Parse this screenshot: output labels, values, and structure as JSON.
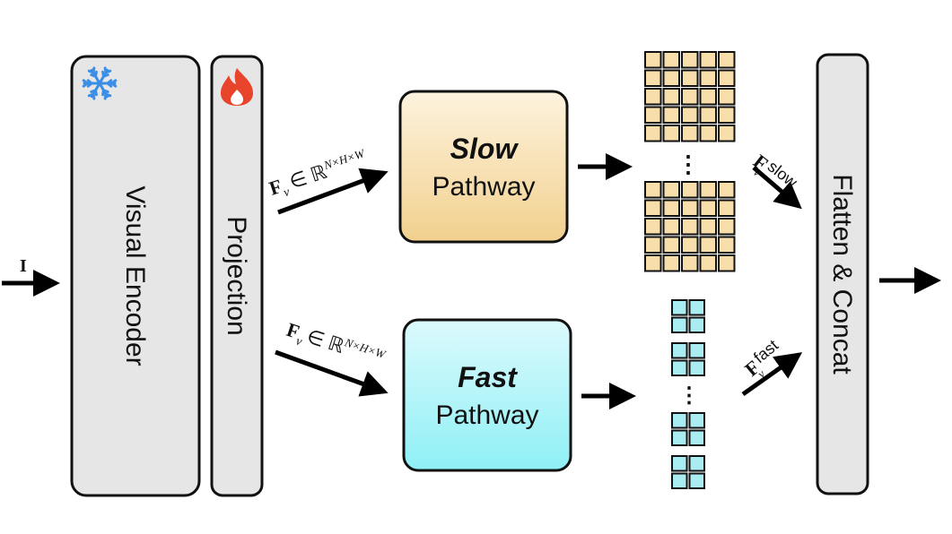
{
  "input": {
    "label": "I"
  },
  "visual_encoder": {
    "label": "Visual Encoder",
    "icon": "snowflake-icon",
    "icon_color": "#3a8ee6",
    "fill": "#e6e6e6"
  },
  "projection": {
    "label": "Projection",
    "icon": "fire-icon",
    "icon_color": "#e8432b",
    "fill": "#e6e6e6"
  },
  "feature_top": {
    "symbol": "F",
    "subscript": "v",
    "set": "∈ ℝ",
    "exponent": "N×H×W"
  },
  "feature_bottom": {
    "symbol": "F",
    "subscript": "v",
    "set": "∈ ℝ",
    "exponent": "N×H×W"
  },
  "slow_pathway": {
    "title": "Slow",
    "subtitle": "Pathway",
    "fill_top": "#fdf3de",
    "fill_bottom": "#f2d08e"
  },
  "fast_pathway": {
    "title": "Fast",
    "subtitle": "Pathway",
    "fill_top": "#dcfafd",
    "fill_bottom": "#8ef0f5"
  },
  "slow_tokens": {
    "columns": 5,
    "rows": 5,
    "color": "#f7deaa",
    "dots": "⋮"
  },
  "fast_tokens": {
    "columns": 2,
    "rows": 2,
    "color": "#a9ecf2",
    "dots": "⋮"
  },
  "slow_output": {
    "symbol": "F",
    "subscript": "v",
    "superscript": "slow"
  },
  "fast_output": {
    "symbol": "F",
    "subscript": "v",
    "superscript": "fast"
  },
  "flatten_concat": {
    "label": "Flatten & Concat",
    "fill": "#e6e6e6"
  }
}
